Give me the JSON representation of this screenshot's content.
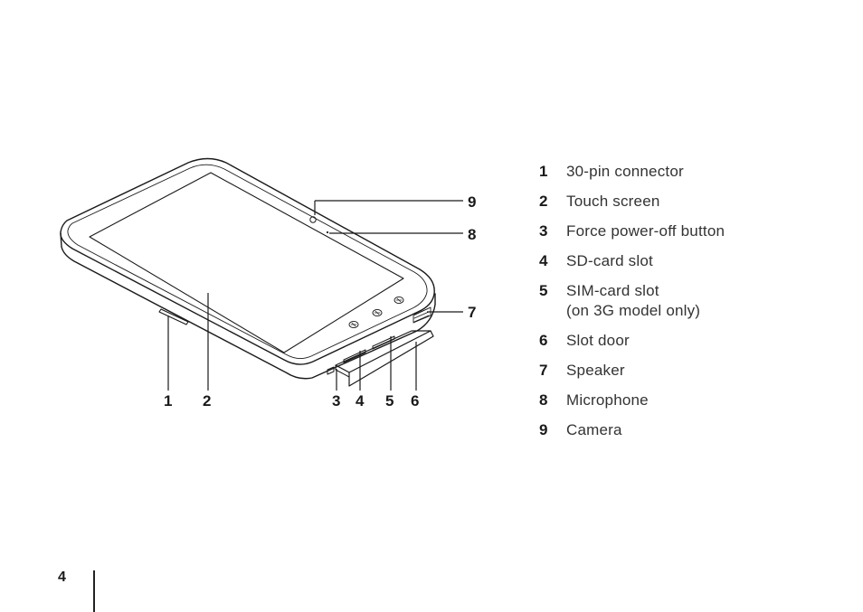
{
  "callouts": {
    "c1": "1",
    "c2": "2",
    "c3": "3",
    "c4": "4",
    "c5": "5",
    "c6": "6",
    "c7": "7",
    "c8": "8",
    "c9": "9"
  },
  "legend": {
    "items": [
      {
        "num": "1",
        "lines": [
          "30-pin connector"
        ]
      },
      {
        "num": "2",
        "lines": [
          "Touch screen"
        ]
      },
      {
        "num": "3",
        "lines": [
          "Force power-off button"
        ]
      },
      {
        "num": "4",
        "lines": [
          "SD-card slot"
        ]
      },
      {
        "num": "5",
        "lines": [
          "SIM-card slot",
          "(on 3G model only)"
        ]
      },
      {
        "num": "6",
        "lines": [
          "Slot door"
        ]
      },
      {
        "num": "7",
        "lines": [
          "Speaker"
        ]
      },
      {
        "num": "8",
        "lines": [
          "Microphone"
        ]
      },
      {
        "num": "9",
        "lines": [
          "Camera"
        ]
      }
    ]
  },
  "page": {
    "number": "4"
  }
}
